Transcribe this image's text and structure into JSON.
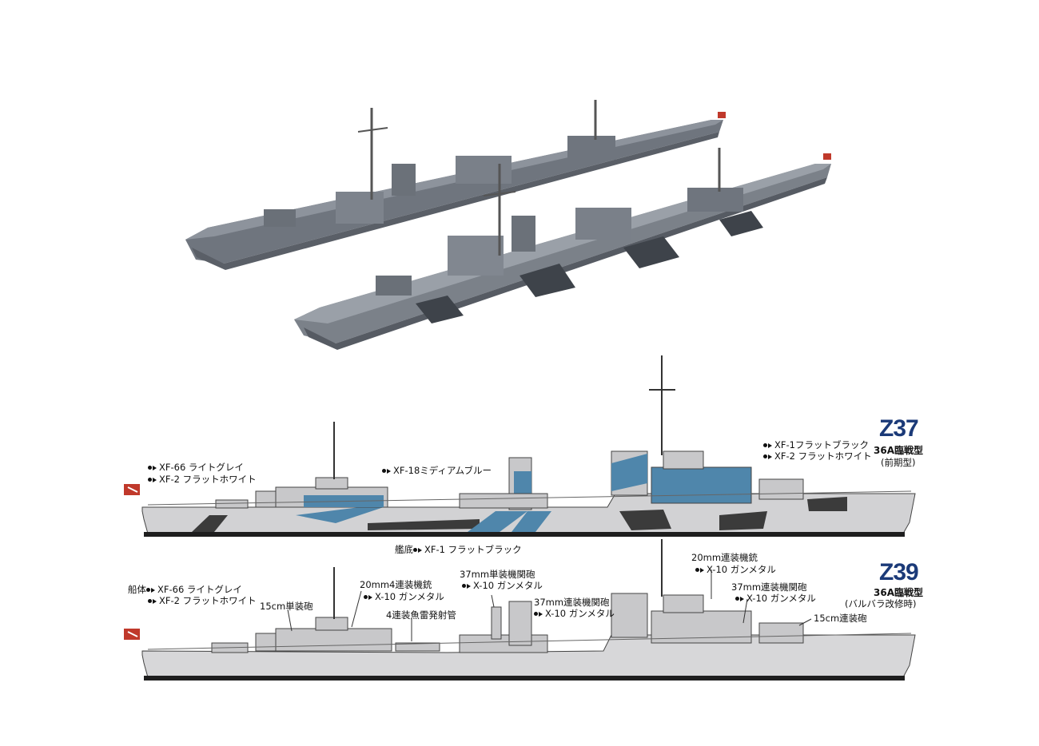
{
  "z37": {
    "title": "Z37",
    "subtitle": "36A臨戦型",
    "subtitle2": "(前期型)",
    "labels": {
      "l1": "XF-66 ライトグレイ",
      "l2": "XF-2 フラットホワイト",
      "l3": "XF-18ミディアムブルー",
      "l4": "XF-1フラットブラック",
      "l5": "XF-2 フラットホワイト",
      "bottom_prefix": "艦底",
      "bottom": "XF-1 フラットブラック"
    }
  },
  "z39": {
    "title": "Z39",
    "subtitle": "36A臨戦型",
    "subtitle2": "(バルバラ改修時)",
    "labels": {
      "hull_prefix": "船体",
      "l1": "XF-66 ライトグレイ",
      "l2": "XF-2 フラットホワイト",
      "gun15": "15cm単装砲",
      "aa20q": "20mm4連装機銃",
      "aa20q_paint": "X-10 ガンメタル",
      "torp": "4連装魚雷発射管",
      "aa37s": "37mm単装機関砲",
      "aa37s_paint": "X-10 ガンメタル",
      "aa37t": "37mm連装機関砲",
      "aa37t_paint": "X-10 ガンメタル",
      "aa20t": "20mm連装機銃",
      "aa20t_paint": "X-10 ガンメタル",
      "aa37t2": "37mm連装機関砲",
      "aa37t2_paint": "X-10 ガンメタル",
      "gun15t": "15cm連装砲"
    }
  },
  "colors": {
    "hull_grey": "#cfcfd1",
    "light_grey": "#e2e2e4",
    "blue": "#4f86ab",
    "black": "#2b2b2b",
    "title_blue": "#1b3a78",
    "model_grey": "#8c929b"
  }
}
